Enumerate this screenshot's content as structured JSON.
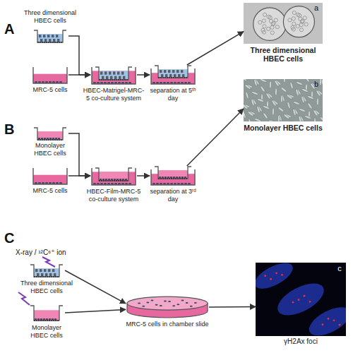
{
  "diagram": {
    "nodes": [
      {
        "text": [
          "Three dimensional HBEC cells"
        ]
      },
      {
        "text": [
          "MRC-5 cells"
        ]
      },
      {
        "text": [
          "HBEC-Matrigel-MRC-5 co-culture system"
        ]
      },
      {
        "text": [
          "separation at 5ᵗʰ day"
        ]
      },
      {
        "text": [
          "a",
          "Three dimensional HBEC cells"
        ]
      },
      {
        "text": [
          "Monolayer HBEC cells"
        ]
      },
      {
        "text": [
          "MRC-5 cells"
        ]
      },
      {
        "text": [
          "HBEC-Film-MRC-5 co-culture system"
        ]
      },
      {
        "text": [
          "separation at 3ʳᵈ day"
        ]
      },
      {
        "text": [
          "b",
          "Monolayer HBEC cells"
        ]
      },
      {
        "text": [
          "Three dimensional HBEC cells"
        ]
      },
      {
        "text": [
          "Monolayer HBEC cells"
        ]
      },
      {
        "text": [
          "MRC-5 cells in chamber slide"
        ]
      },
      {
        "text": [
          "c",
          "γH2Ax foci"
        ]
      }
    ],
    "edges": [
      {
        "from": 0,
        "to": 2,
        "arrow": "to"
      },
      {
        "from": 1,
        "to": 2,
        "arrow": "to"
      },
      {
        "from": 2,
        "to": 3,
        "arrow": "to"
      },
      {
        "from": 3,
        "to": 4,
        "arrow": "to"
      },
      {
        "from": 5,
        "to": 7,
        "arrow": "to"
      },
      {
        "from": 6,
        "to": 7,
        "arrow": "to"
      },
      {
        "from": 7,
        "to": 8,
        "arrow": "to"
      },
      {
        "from": 8,
        "to": 9,
        "arrow": "to"
      },
      {
        "from": 10,
        "to": 12,
        "arrow": "to"
      },
      {
        "from": 11,
        "to": 12,
        "arrow": "to"
      },
      {
        "from": 12,
        "to": 13,
        "arrow": "to"
      }
    ],
    "labels": [
      "A",
      "B",
      "C",
      "X-ray / ¹²C⁶⁺ ion"
    ]
  }
}
